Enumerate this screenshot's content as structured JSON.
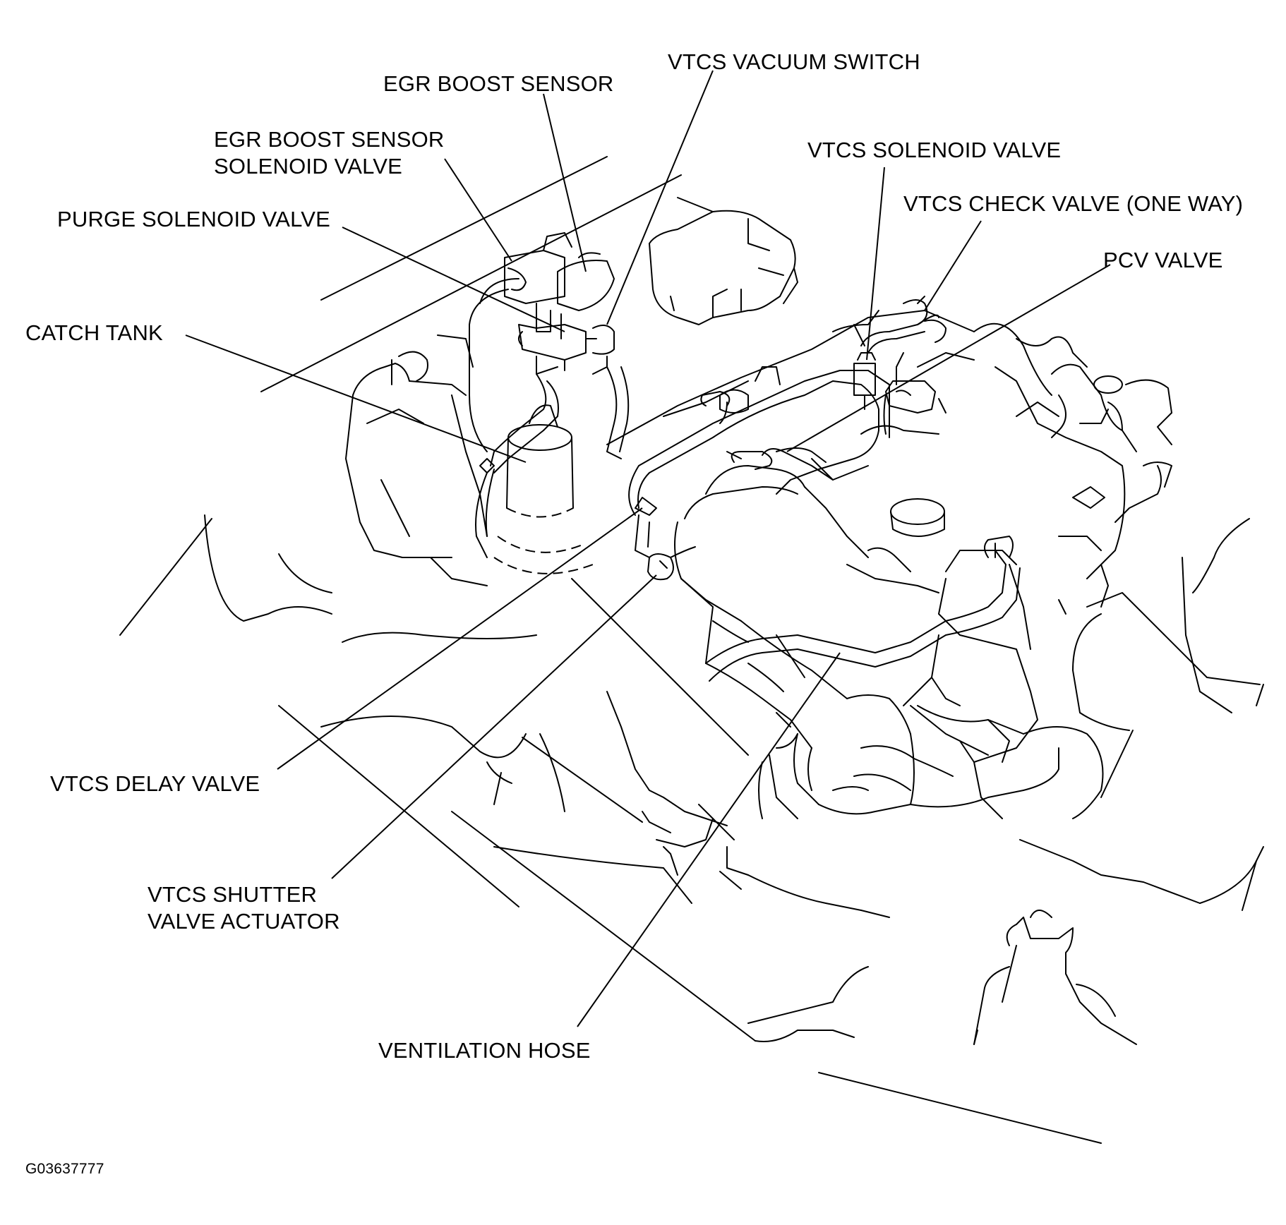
{
  "labels": {
    "egr_boost_sensor": "EGR BOOST SENSOR",
    "vtcs_vacuum_switch": "VTCS VACUUM SWITCH",
    "egr_boost_sensor_solenoid_valve_line1": "EGR BOOST SENSOR",
    "egr_boost_sensor_solenoid_valve_line2": "SOLENOID VALVE",
    "vtcs_solenoid_valve": "VTCS SOLENOID VALVE",
    "vtcs_check_valve": "VTCS CHECK VALVE (ONE WAY)",
    "purge_solenoid_valve": "PURGE SOLENOID VALVE",
    "pcv_valve": "PCV VALVE",
    "catch_tank": "CATCH TANK",
    "vtcs_delay_valve": "VTCS DELAY VALVE",
    "vtcs_shutter_valve_actuator_line1": "VTCS SHUTTER",
    "vtcs_shutter_valve_actuator_line2": "VALVE ACTUATOR",
    "ventilation_hose": "VENTILATION HOSE"
  },
  "figure_code": "G03637777"
}
